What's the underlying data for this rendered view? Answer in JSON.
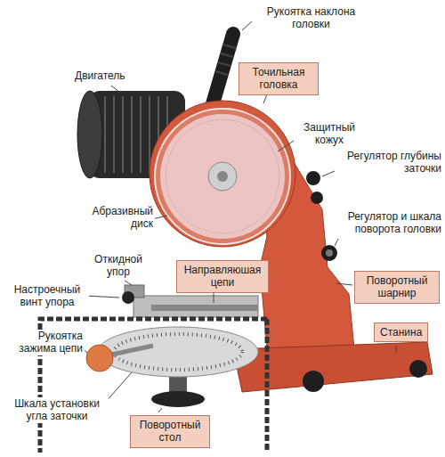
{
  "diagram": {
    "nodes": [
      {
        "text": [
          "Точильная головка"
        ]
      },
      {
        "text": [
          "Направляюшая цепи"
        ]
      },
      {
        "text": [
          "Поворотный шарнир"
        ]
      },
      {
        "text": [
          "Станина"
        ]
      },
      {
        "text": [
          "Поворотный стол"
        ]
      }
    ],
    "labels": [
      "Рукоятка наклона головки",
      "Двигатель",
      "Защитный кожух",
      "Регулятор глубины заточки",
      "Абразивный диск",
      "Регулятор и шкала поворота головки",
      "Откидной упор",
      "Настроечный винт упора",
      "Рукоятка зажима цепи",
      "Шкала установки угла заточки"
    ]
  }
}
